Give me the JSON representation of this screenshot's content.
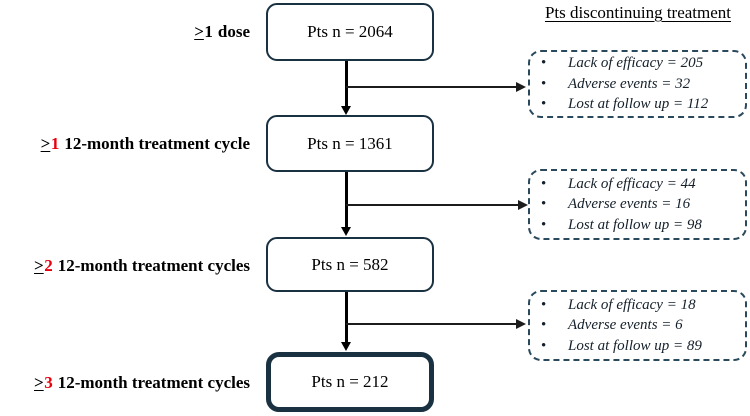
{
  "title": "Pts discontinuing treatment",
  "stages": [
    {
      "label": "≥1 dose",
      "sym": ">",
      "num": "1",
      "rest": "dose",
      "box": "Pts n = 2064"
    },
    {
      "label": "≥1 12-month treatment cycle",
      "sym": ">",
      "num": "1",
      "rest": "12-month treatment cycle",
      "box": "Pts n = 1361"
    },
    {
      "label": "≥2 12-month treatment cycles",
      "sym": ">",
      "num": "2",
      "rest": "12-month treatment cycles",
      "box": "Pts n = 582"
    },
    {
      "label": "≥3 12-month treatment cycles",
      "sym": ">",
      "num": "3",
      "rest": "12-month treatment cycles",
      "box": "Pts n = 212"
    }
  ],
  "dropouts": [
    {
      "bullet": "•",
      "items": [
        "Lack of efficacy = 205",
        "Adverse events = 32",
        "Lost at follow up = 112"
      ]
    },
    {
      "bullet": "•",
      "items": [
        "Lack of efficacy = 44",
        "Adverse events = 16",
        "Lost at follow up = 98"
      ]
    },
    {
      "bullet": "•",
      "items": [
        "Lack of efficacy = 18",
        "Adverse events = 6",
        "Lost at follow up = 89"
      ]
    }
  ],
  "colors": {
    "box_border": "#1a3141",
    "dashed_border": "#2b495c",
    "highlight_red": "#e8000d",
    "arrow": "#000000"
  }
}
